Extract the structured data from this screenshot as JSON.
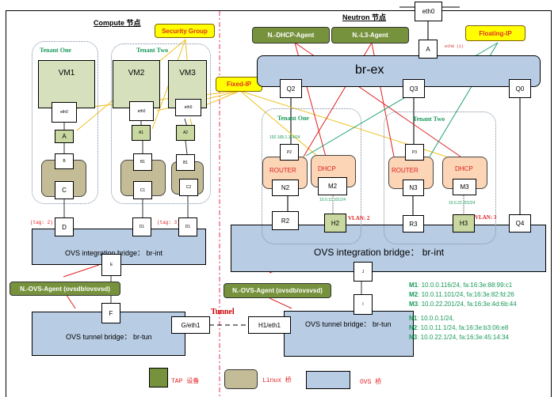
{
  "compute": {
    "title": "Compute 节点",
    "tenants": [
      {
        "label": "Tenant One"
      },
      {
        "label": "Tenant Two"
      }
    ],
    "vms": [
      {
        "label": "VM1",
        "nic": "eth0",
        "tap": "A",
        "linux_br_top": "B",
        "linux_br_bottom": "C",
        "int_port": "D"
      },
      {
        "label": "VM2",
        "nic": "eth0",
        "tap": "A1",
        "linux_br_top": "B1",
        "linux_br_bottom": "C1",
        "int_port": "D1"
      },
      {
        "label": "VM3",
        "nic": "eth0",
        "tap": "A2",
        "linux_br_top": "B1",
        "linux_br_bottom": "C2",
        "int_port": "D1"
      }
    ],
    "tags": [
      "(tag: 2)",
      "(tag: 3)"
    ],
    "br_int": {
      "label": "OVS integration bridge：   br-int",
      "port_top": "E"
    },
    "agent": "N.-OVS-Agent (ovsdb/ovsvsd)",
    "br_tun": {
      "label": "OVS tunnel bridge：  br-tun",
      "port_top": "F",
      "port_right": "G/eth1"
    }
  },
  "callouts": {
    "security_group": "Security Group",
    "fixed_ip": "Fixed-IP",
    "floating_ip": "Floating-IP"
  },
  "neutron": {
    "title": "Neutron 节点",
    "eth0": "eth0",
    "agents": {
      "dhcp": "N.-DHCP-Agent",
      "l3": "N.-L3-Agent"
    },
    "br_ex": {
      "label": "br-ex",
      "port_a": "A",
      "eth0_note": "eth0 (1)",
      "ports": [
        "Q2",
        "Q3",
        "Q0"
      ]
    },
    "tenants": [
      {
        "label": "Tenant One",
        "ip": "192.168.1.114/24",
        "gw_port": "P2",
        "router": "ROUTER",
        "dhcp": "DHCP",
        "router_port": "N2",
        "dhcp_port": "M2",
        "dhcp_ip": "10.0.11.101/24",
        "int_router": "R2",
        "tap": "H2",
        "vlan": "VLAN: 2"
      },
      {
        "label": "Tenant Two",
        "gw_port": "P3",
        "router": "ROUTER",
        "dhcp": "DHCP",
        "router_port": "N3",
        "dhcp_port": "M3",
        "dhcp_ip": "10.0.22.201/24",
        "int_router": "R3",
        "tap": "H3",
        "vlan": "VLAN: 3"
      }
    ],
    "q4": "Q4",
    "br_int": {
      "label": "OVS integration bridge：   br-int",
      "port_bottom": "J"
    },
    "agent": "N.-OVS-Agent (ovsdb/ovsvsd)",
    "br_tun": {
      "label": "OVS tunnel bridge：  br-tun",
      "port_top": "I",
      "port_left": "H1/eth1"
    }
  },
  "tunnel_label": "Tunnel",
  "info": [
    {
      "key": "M1",
      "value": ": 10.0.0.116/24,   fa:16:3e:88:99:c1"
    },
    {
      "key": "M2",
      "value": ": 10.0.11.101/24, fa:16:3e:82:fd:26"
    },
    {
      "key": "M3",
      "value": ": 10.0.22.201/24, fa:16:3e:4d:6b:44"
    },
    {
      "key": "N1",
      "value": ": 10.0.0.1/24,"
    },
    {
      "key": "N2",
      "value": ": 10.0.11.1/24, fa:16:3e:b3:06:e8"
    },
    {
      "key": "N3",
      "value": ": 10.0.22.1/24, fa:16:3e:45:14:34"
    }
  ],
  "legend": [
    {
      "label": "TAP 设备",
      "color": "#76923c"
    },
    {
      "label": "Linux 桥",
      "color": "#c4bc96"
    },
    {
      "label": "OVS 桥",
      "color": "#b8cce4"
    }
  ],
  "colors": {
    "ovs_bridge": "#b8cce4",
    "linux_bridge": "#c4bc96",
    "tap_device": "#76923c",
    "namespace": "#fbd5b5",
    "callout": "#ffff00",
    "red_arrow": "#e02020",
    "yellow_arrow": "#f0c020",
    "green_arrow": "#20a070"
  }
}
